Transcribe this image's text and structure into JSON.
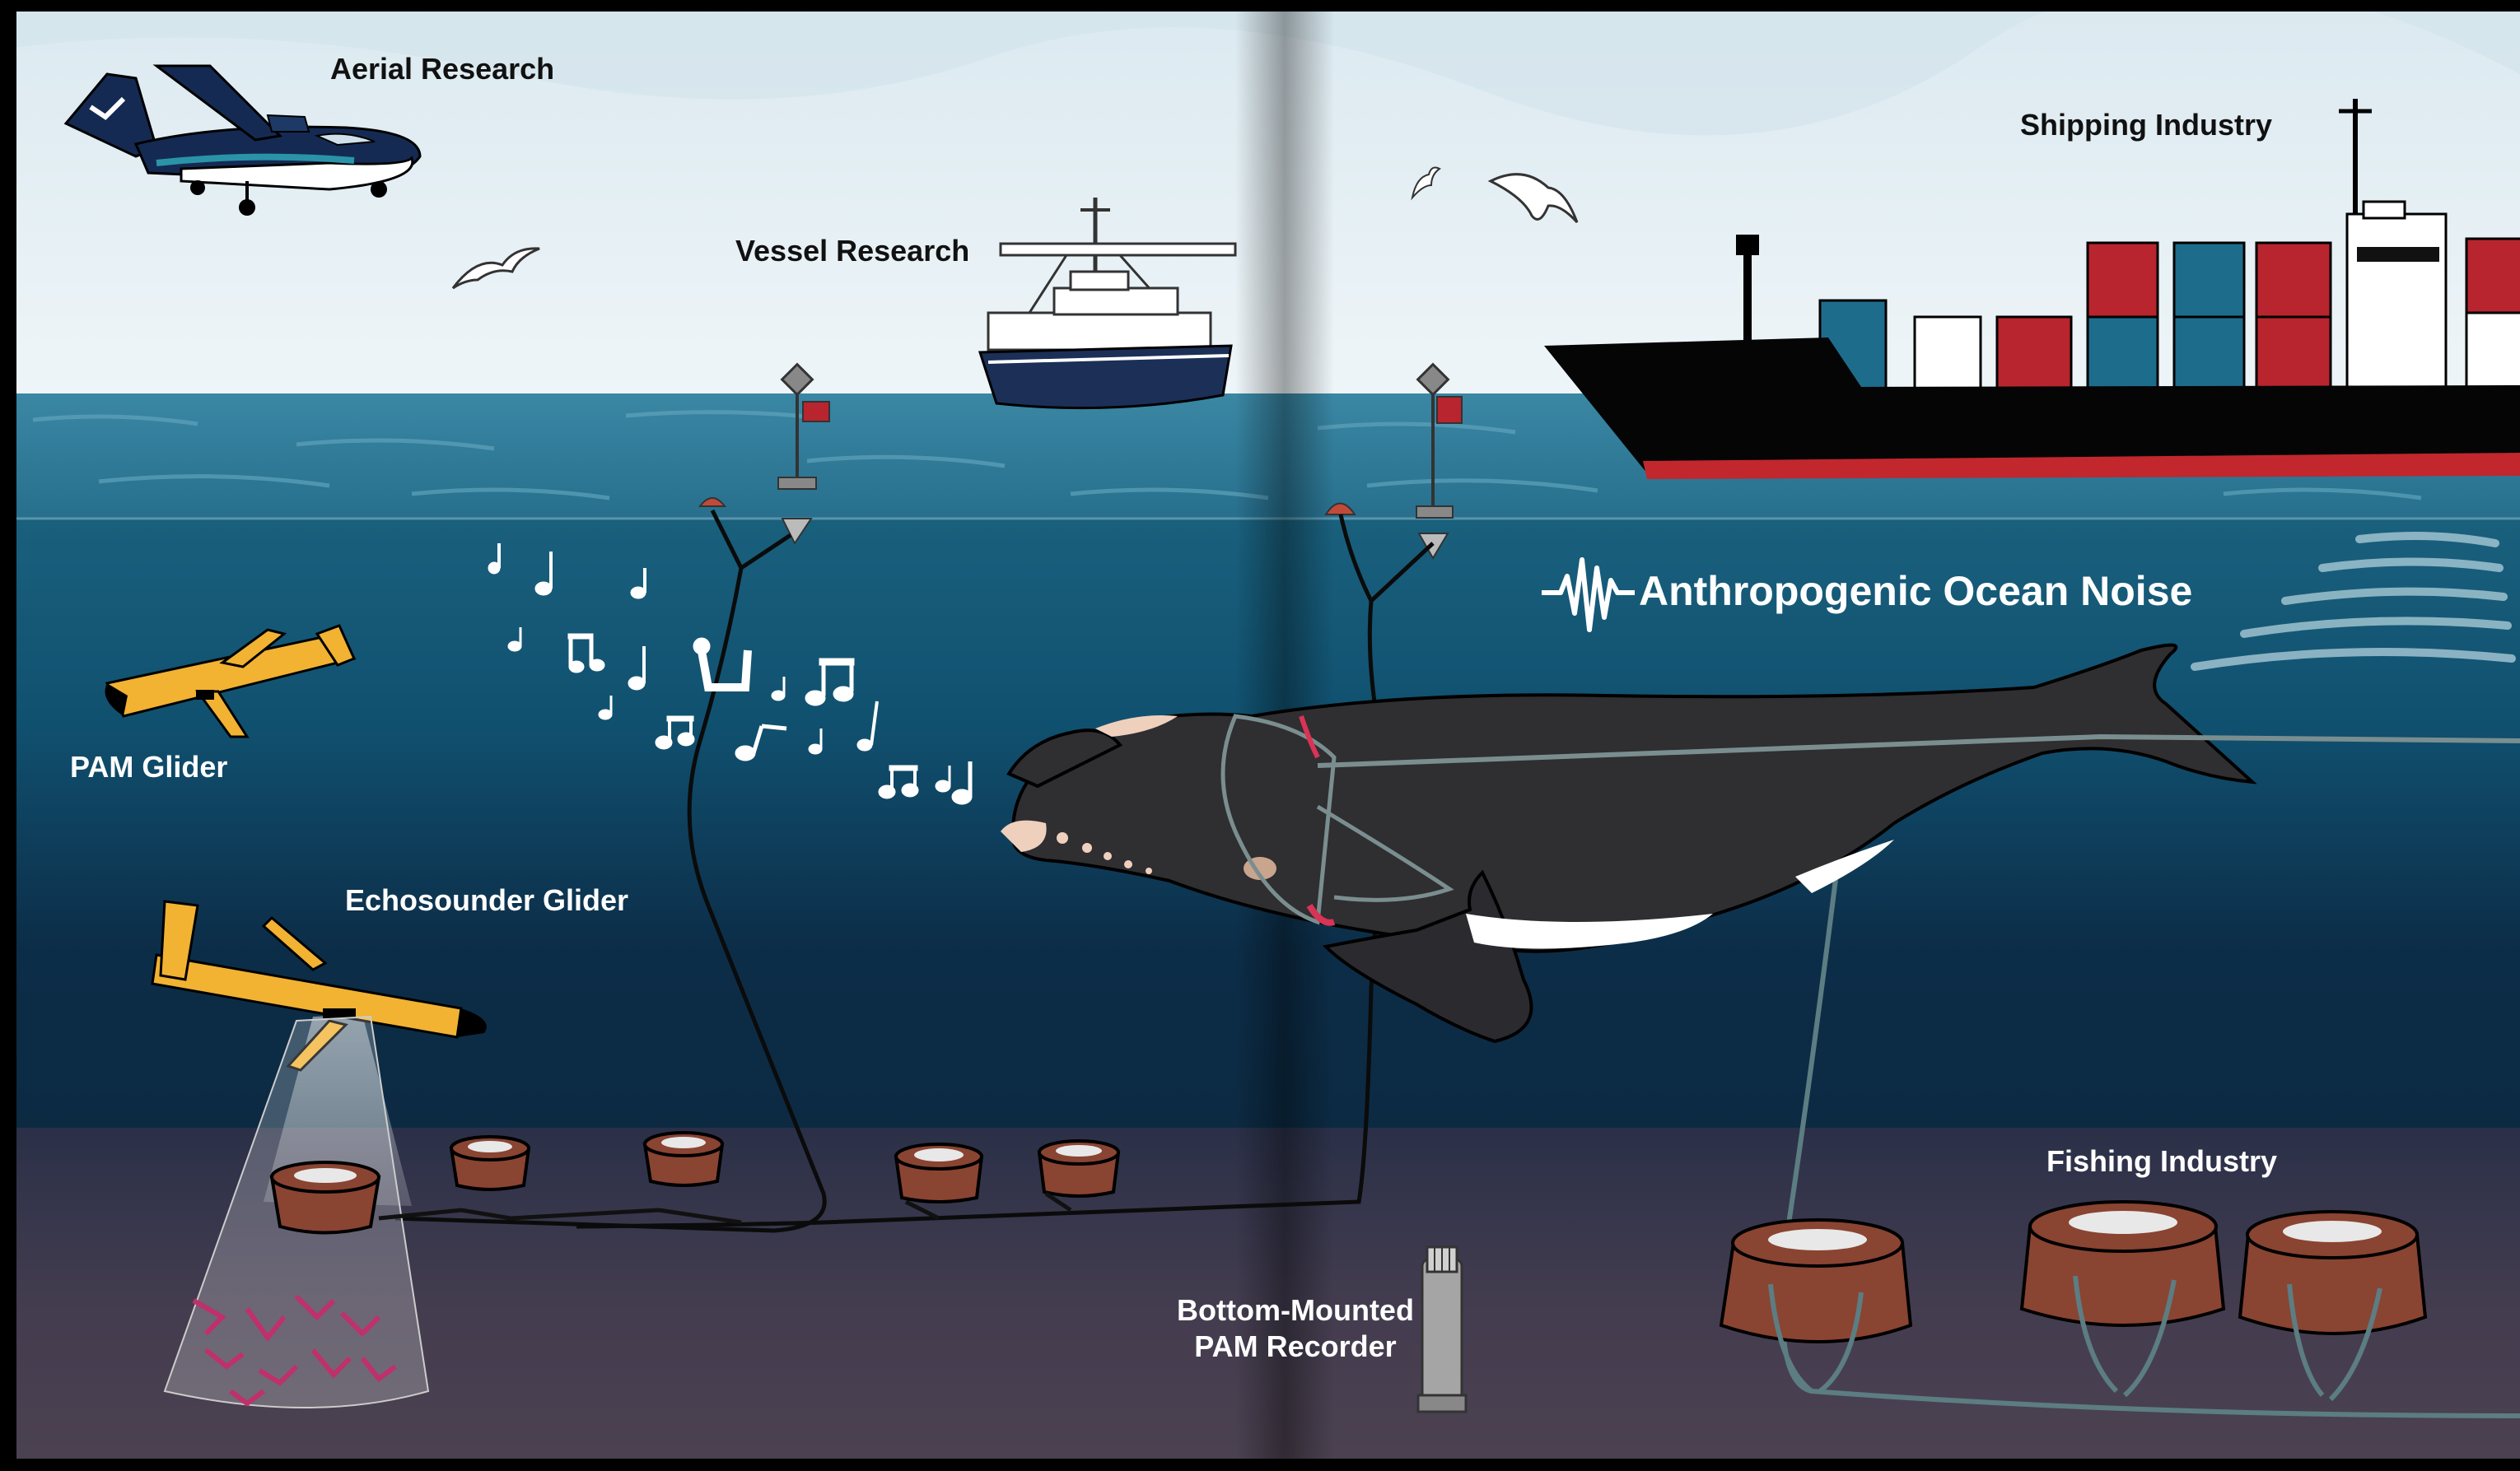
{
  "labels": {
    "aerial_research": "Aerial Research",
    "vessel_research": "Vessel Research",
    "shipping_industry": "Shipping Industry",
    "anthropogenic_noise": "Anthropogenic Ocean Noise",
    "pam_glider": "PAM Glider",
    "echosounder_glider": "Echosounder Glider",
    "fishing_industry": "Fishing Industry",
    "bottom_mounted_line1": "Bottom-Mounted",
    "bottom_mounted_line2": "PAM Recorder"
  },
  "colors": {
    "sky": "#e8f1f5",
    "surface_water": "#2c6f8c",
    "deep_water": "#0d3c56",
    "seafloor": "#4a4250",
    "glider": "#f2b232",
    "ship_hull": "#050505",
    "hull_stripe": "#c1272d",
    "container_red": "#b8252e",
    "container_blue": "#1e6c8c",
    "trap": "#8a4432",
    "whale": "#2f2e31",
    "research_hull": "#1b2f57"
  }
}
